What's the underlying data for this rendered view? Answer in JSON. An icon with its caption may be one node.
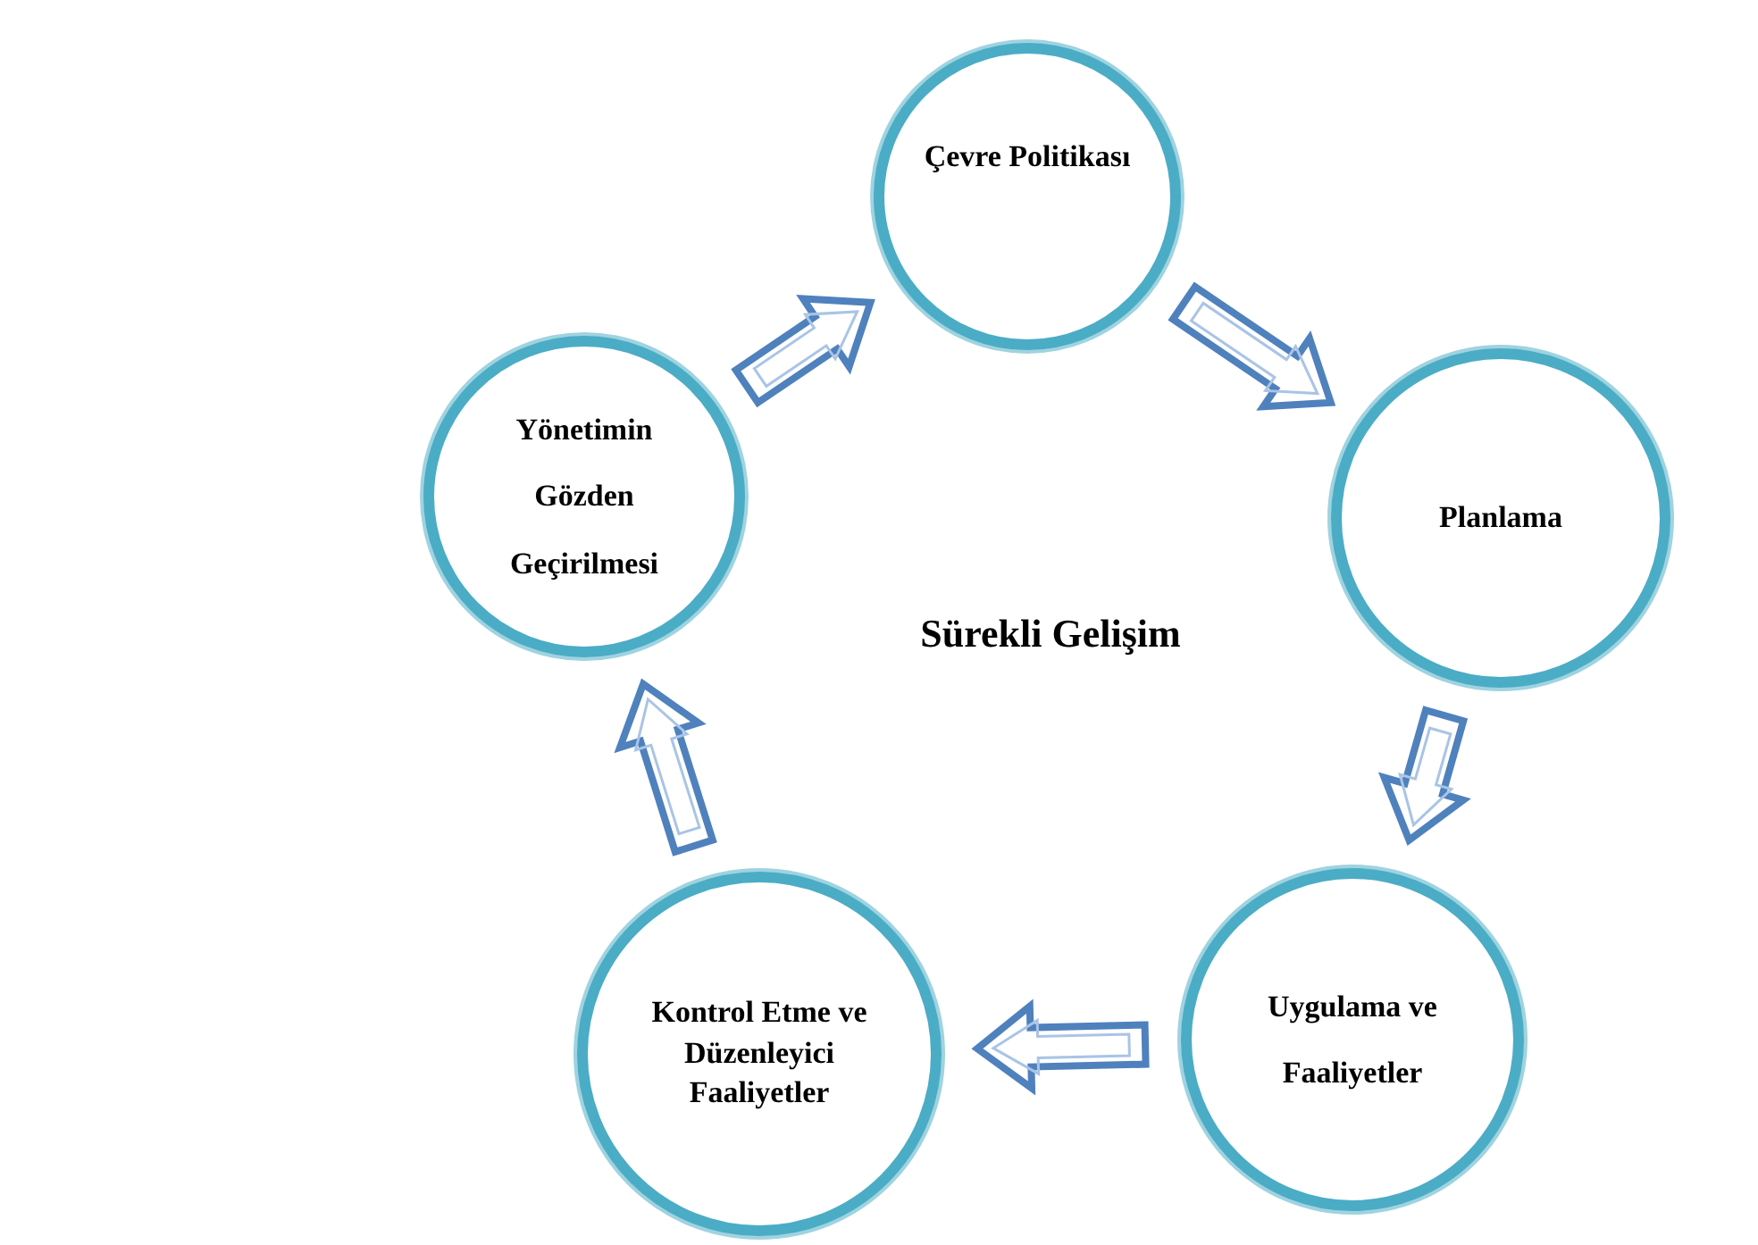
{
  "diagram": {
    "nodes": [
      {
        "text": [
          "Çevre Politikası"
        ]
      },
      {
        "text": [
          "Planlama"
        ]
      },
      {
        "text": [
          "Uygulama ve Faaliyetler"
        ]
      },
      {
        "text": [
          "Kontrol Etme ve Düzenleyici Faaliyetler"
        ]
      },
      {
        "text": [
          "Yönetimin Gözden Geçirilmesi"
        ]
      }
    ],
    "edges": [
      {
        "from": 0,
        "to": 1,
        "arrow": "to"
      },
      {
        "from": 1,
        "to": 2,
        "arrow": "to"
      },
      {
        "from": 2,
        "to": 3,
        "arrow": "to"
      },
      {
        "from": 3,
        "to": 4,
        "arrow": "to"
      },
      {
        "from": 4,
        "to": 0,
        "arrow": "to"
      }
    ],
    "labels": [
      "Sürekli Gelişim"
    ]
  }
}
